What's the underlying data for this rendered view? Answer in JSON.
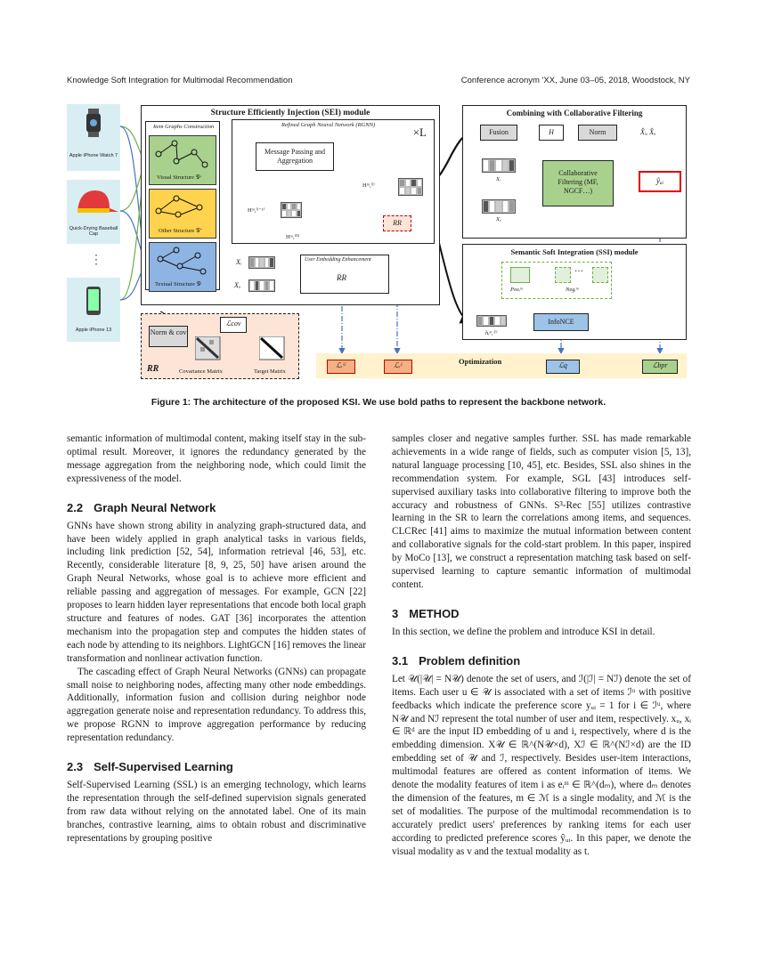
{
  "header": {
    "left": "Knowledge Soft Integration for Multimodal Recommendation",
    "right": "Conference acronym 'XX, June 03–05, 2018, Woodstock, NY"
  },
  "figure": {
    "products": [
      "Apple iPhone Watch 7",
      "Quick-Drying Baseball Cap",
      "Apple iPhone 13"
    ],
    "sei_title": "Structure Efficiently Injection (SEI) module",
    "item_graphs": "Item Graphs Construction",
    "visual_structure": "Visual Structure 𝒢ᵛ",
    "other_structure": "Other Structure 𝒢⁻",
    "textual_structure": "Textual Structure 𝒢ᵗ",
    "rgnn": "Refined Graph Neural Network (RGNN)",
    "times_l": "×L",
    "mp": "Message Passing and Aggregation",
    "h_l1": "Hᵐ,⁽ˡ⁻¹⁾",
    "h_l": "Hᵐ,⁽ˡ⁾",
    "h_0": "Hᵐ,⁽⁰⁾",
    "rr": "RR",
    "xi": "Xᵢ",
    "xu": "Xᵤ",
    "user_emb": "User Embedding Enhancement",
    "cf_title": "Combining with Collaborative Filtering",
    "fusion": "Fusion",
    "h": "H",
    "norm": "Norm",
    "xhat": "X̂ᵢ, X̂ᵤ",
    "cf_box": "Collaborative Filtering (MF, NGCF…)",
    "yhat": "ŷᵤᵢ",
    "ssi_title": "Semantic Soft Integration (SSI) module",
    "pos": "Posᵢᵐ",
    "neg": "Negᵢᵐ",
    "dots": "···",
    "hi": "hᵢᵐ,⁽ˡ⁾",
    "infonce": "InfoNCE",
    "norm_cov": "Norm & cov",
    "lcov": "ℒcov",
    "cov_matrix": "Covariance Matrix",
    "target_matrix": "Target Matrix",
    "rr_label": "RR",
    "optimization": "Optimization",
    "losses": [
      "ℒᵣᵁ",
      "ℒᵣᴵ",
      "ℒq",
      "ℒbpr"
    ]
  },
  "caption": "Figure 1: The architecture of the proposed KSI. We use bold paths to represent the backbone network.",
  "left_column": {
    "p0": "semantic information of multimodal content, making itself stay in the sub-optimal result. Moreover, it ignores the redundancy generated by the message aggregation from the neighboring node, which could limit the expressiveness of the model.",
    "s22_num": "2.2",
    "s22_title": "Graph Neural Network",
    "p1": "GNNs have shown strong ability in analyzing graph-structured data, and have been widely applied in graph analytical tasks in various fields, including link prediction [52, 54], information retrieval [46, 53], etc. Recently, considerable literature [8, 9, 25, 50] have arisen around the Graph Neural Networks, whose goal is to achieve more efficient and reliable passing and aggregation of messages. For example, GCN [22] proposes to learn hidden layer representations that encode both local graph structure and features of nodes. GAT [36] incorporates the attention mechanism into the propagation step and computes the hidden states of each node by attending to its neighbors. LightGCN [16] removes the linear transformation and nonlinear activation function.",
    "p2": "The cascading effect of Graph Neural Networks (GNNs) can propagate small noise to neighboring nodes, affecting many other node embeddings. Additionally, information fusion and collision during neighbor node aggregation generate noise and representation redundancy. To address this, we propose RGNN to improve aggregation performance by reducing representation redundancy.",
    "s23_num": "2.3",
    "s23_title": "Self-Supervised Learning",
    "p3": "Self-Supervised Learning (SSL) is an emerging technology, which learns the representation through the self-defined supervision signals generated from raw data without relying on the annotated label. One of its main branches, contrastive learning, aims to obtain robust and discriminative representations by grouping positive"
  },
  "right_column": {
    "p0": "samples closer and negative samples further. SSL has made remarkable achievements in a wide range of fields, such as computer vision [5, 13], natural language processing [10, 45], etc. Besides, SSL also shines in the recommendation system. For example, SGL [43] introduces self-supervised auxiliary tasks into collaborative filtering to improve both the accuracy and robustness of GNNs. S³-Rec [55] utilizes contrastive learning in the SR to learn the correlations among items, and sequences. CLCRec [41] aims to maximize the mutual information between content and collaborative signals for the cold-start problem. In this paper, inspired by MoCo [13], we construct a representation matching task based on self-supervised learning to capture semantic information of multimodal content.",
    "s3_num": "3",
    "s3_title": "METHOD",
    "p1": "In this section, we define the problem and introduce KSI in detail.",
    "s31_num": "3.1",
    "s31_title": "Problem definition",
    "p2": "Let 𝒰(|𝒰| = N𝒰) denote the set of users, and ℐ(|ℐ| = Nℐ) denote the set of items. Each user u ∈ 𝒰 is associated with a set of items ℐᵘ with positive feedbacks which indicate the preference score yᵤᵢ = 1 for i ∈ ℐᵘ, where N𝒰 and Nℐ represent the total number of user and item, respectively. xᵤ, xᵢ ∈ ℝᵈ are the input ID embedding of u and i, respectively, where d is the embedding dimension. X𝒰 ∈ ℝ^(N𝒰×d), Xℐ ∈ ℝ^(Nℐ×d) are the ID embedding set of 𝒰 and ℐ, respectively. Besides user-item interactions, multimodal features are offered as content information of items. We denote the modality features of item i as eᵢᵐ ∈ ℝ^(dₘ), where dₘ denotes the dimension of the features, m ∈ ℳ is a single modality, and ℳ is the set of modalities. The purpose of the multimodal recommendation is to accurately predict users' preferences by ranking items for each user according to predicted preference scores ŷᵤᵢ. In this paper, we denote the visual modality as v and the textual modality as t."
  }
}
